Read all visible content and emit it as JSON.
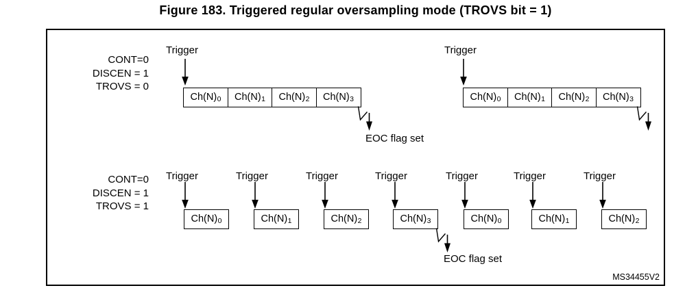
{
  "title": "Figure 183. Triggered regular oversampling mode (TROVS bit = 1)",
  "watermark": "MS34455V2",
  "colors": {
    "ink": "#000000",
    "background": "#ffffff"
  },
  "top_diagram": {
    "settings": [
      "CONT=0",
      "DISCEN = 1",
      "TROVS = 0"
    ],
    "trigger_label": "Trigger",
    "eoc_label": "EOC flag set",
    "sequence_groups": [
      {
        "cells": [
          {
            "base": "Ch(N)",
            "sub": "0"
          },
          {
            "base": "Ch(N)",
            "sub": "1"
          },
          {
            "base": "Ch(N)",
            "sub": "2"
          },
          {
            "base": "Ch(N)",
            "sub": "3"
          }
        ]
      },
      {
        "cells": [
          {
            "base": "Ch(N)",
            "sub": "0"
          },
          {
            "base": "Ch(N)",
            "sub": "1"
          },
          {
            "base": "Ch(N)",
            "sub": "2"
          },
          {
            "base": "Ch(N)",
            "sub": "3"
          }
        ]
      }
    ]
  },
  "bottom_diagram": {
    "settings": [
      "CONT=0",
      "DISCEN = 1",
      "TROVS = 1"
    ],
    "trigger_label": "Trigger",
    "eoc_label": "EOC flag set",
    "conversions": [
      {
        "base": "Ch(N)",
        "sub": "0"
      },
      {
        "base": "Ch(N)",
        "sub": "1"
      },
      {
        "base": "Ch(N)",
        "sub": "2"
      },
      {
        "base": "Ch(N)",
        "sub": "3"
      },
      {
        "base": "Ch(N)",
        "sub": "0"
      },
      {
        "base": "Ch(N)",
        "sub": "1"
      },
      {
        "base": "Ch(N)",
        "sub": "2"
      }
    ]
  }
}
